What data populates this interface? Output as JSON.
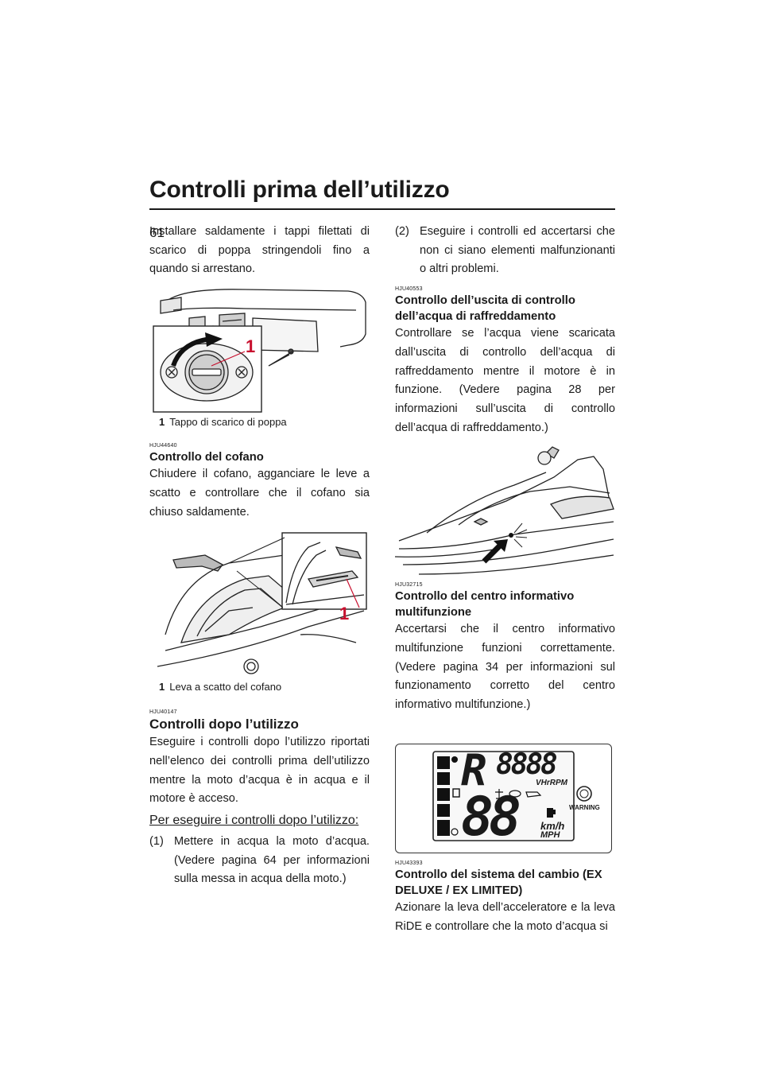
{
  "header": {
    "title": "Controlli prima dell’utilizzo",
    "page_number": "61"
  },
  "left": {
    "intro": "Installare saldamente i tappi filettati di scarico di poppa stringendoli fino a quando si arrestano.",
    "fig1": {
      "callout": "1",
      "caption_num": "1",
      "caption": "Tappo di scarico di poppa"
    },
    "sec_cofano": {
      "code": "HJU44640",
      "title": "Controllo del cofano",
      "body": "Chiudere il cofano, agganciare le leve a scatto e controllare che il cofano sia chiuso saldamente."
    },
    "fig2": {
      "callout": "1",
      "caption_num": "1",
      "caption": "Leva a scatto del cofano"
    },
    "sec_dopo": {
      "code": "HJU40147",
      "title": "Controlli dopo l’utilizzo",
      "body": "Eseguire i controlli dopo l’utilizzo riportati nell’elenco dei controlli prima dell’utilizzo mentre la moto d’acqua è in acqua e il motore è acceso.",
      "subheading": "Per eseguire i controlli dopo l’utilizzo:",
      "step1_num": "(1)",
      "step1": "Mettere in acqua la moto d’acqua. (Vedere pagina 64 per informazioni sulla messa in acqua della moto.)"
    }
  },
  "right": {
    "step2_num": "(2)",
    "step2": "Eseguire i controlli ed accertarsi che non ci siano elementi malfunzionanti o altri problemi.",
    "sec_uscita": {
      "code": "HJU40553",
      "title": "Controllo dell’uscita di controllo dell’acqua di raffreddamento",
      "body": "Controllare se l’acqua viene scaricata dall’uscita di controllo dell’acqua di raffreddamento mentre il motore è in funzione. (Vedere pagina 28 per informazioni sull’uscita di controllo dell’acqua di raffreddamento.)"
    },
    "sec_centro": {
      "code": "HJU32715",
      "title": "Controllo del centro informativo multifunzione",
      "body": "Accertarsi che il centro informativo multifunzione funzioni correttamente. (Vedere pagina 34 per informazioni sul funzionamento corretto del centro informativo multifunzione.)"
    },
    "display": {
      "big_digits": "88",
      "small_digits": "8888",
      "unit1": "VHrRPM",
      "unit2": "km/h",
      "unit3": "MPH",
      "warning": "WARNING",
      "mode": "R"
    },
    "sec_cambio": {
      "code": "HJU43393",
      "title": "Controllo del sistema del cambio (EX DELUXE / EX LIMITED)",
      "body": "Azionare la leva dell’acceleratore e la leva RiDE e controllare che la moto d’acqua si"
    }
  }
}
